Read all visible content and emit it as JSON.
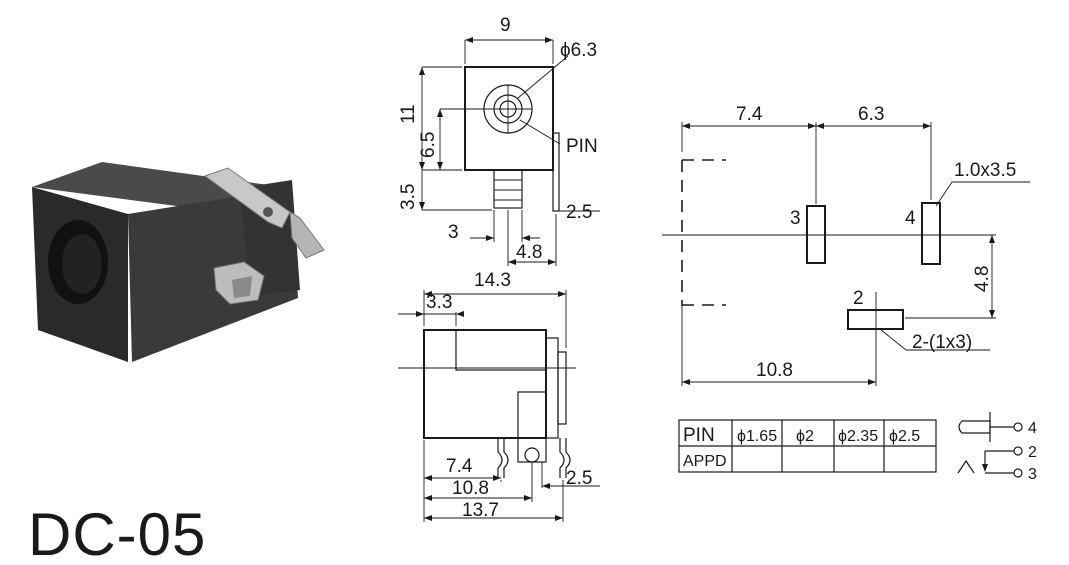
{
  "model_name": "DC-05",
  "front_view": {
    "width": "9",
    "hole_diameter": "ϕ6.3",
    "height": "11",
    "center_height": "6.5",
    "bottom_height": "3.5",
    "pin_label": "PIN",
    "pin_right_offset": "2.5",
    "pin_width": "3",
    "pin_offset": "4.8"
  },
  "side_view": {
    "length": "14.3",
    "front_depth": "3.3",
    "dim_a": "7.4",
    "dim_b": "10.8",
    "dim_c": "13.7",
    "dim_d": "2.5"
  },
  "footprint": {
    "dim_top_left": "7.4",
    "dim_top_right": "6.3",
    "pad4_size": "1.0x3.5",
    "pad3_label": "3",
    "pad4_label": "4",
    "pad2_label": "2",
    "pad2_size": "2-(1x3)",
    "dim_vertical": "4.8",
    "dim_bottom": "10.8"
  },
  "pin_table": {
    "headers": [
      "PIN",
      "ϕ1.65",
      "ϕ2",
      "ϕ2.35",
      "ϕ2.5"
    ],
    "row_label": "APPD",
    "row_values": [
      "",
      "",
      "",
      ""
    ]
  },
  "schematic": {
    "pin4": "4",
    "pin2": "2",
    "pin3": "3"
  }
}
